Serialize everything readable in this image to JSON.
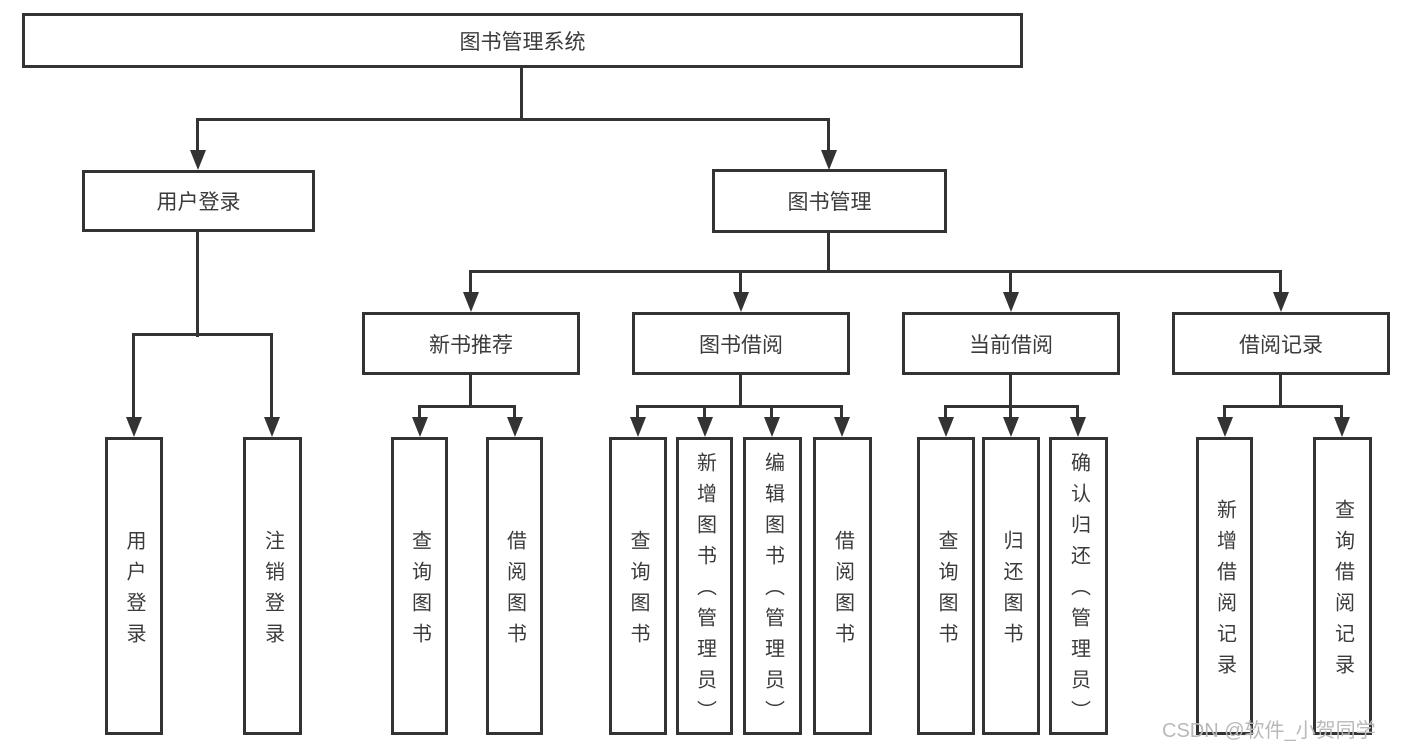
{
  "tree": {
    "root": "图书管理系统",
    "children": [
      {
        "label": "用户登录",
        "children": [
          "用户登录",
          "注销登录"
        ]
      },
      {
        "label": "图书管理",
        "children": [
          {
            "label": "新书推荐",
            "children": [
              "查询图书",
              "借阅图书"
            ]
          },
          {
            "label": "图书借阅",
            "children": [
              "查询图书",
              "新增图书（管理员）",
              "编辑图书（管理员）",
              "借阅图书"
            ]
          },
          {
            "label": "当前借阅",
            "children": [
              "查询图书",
              "归还图书",
              "确认归还（管理员）"
            ]
          },
          {
            "label": "借阅记录",
            "children": [
              "新增借阅记录",
              "查询借阅记录"
            ]
          }
        ]
      }
    ]
  },
  "watermark": {
    "text": "CSDN @软件_小贺同学"
  },
  "colors": {
    "line": "#333333",
    "box_border": "#333333",
    "text": "#3b3b3b",
    "watermark": "#b9b9b9",
    "background": "#ffffff"
  }
}
